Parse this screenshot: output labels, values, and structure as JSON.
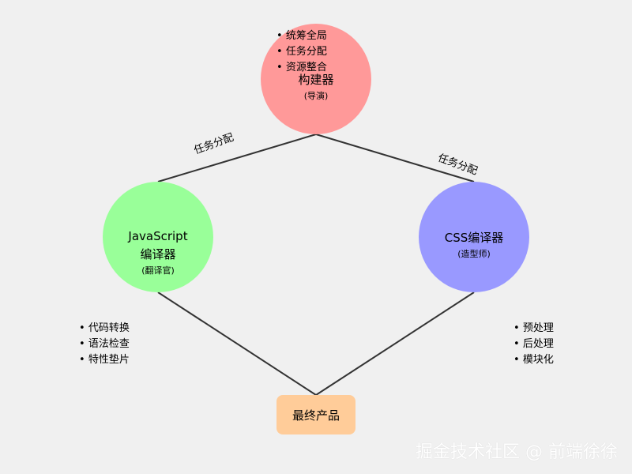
{
  "nodes": {
    "builder": {
      "name": "构建器",
      "role": "(导演)",
      "color": "#ff9999",
      "bullets": [
        "统筹全局",
        "任务分配",
        "资源整合"
      ]
    },
    "js": {
      "name_line1": "JavaScript",
      "name_line2": "编译器",
      "role": "(翻译官)",
      "color": "#99ff99",
      "bullets": [
        "代码转换",
        "语法检查",
        "特性垫片"
      ]
    },
    "css": {
      "name": "CSS编译器",
      "role": "(造型师)",
      "color": "#9999ff",
      "bullets": [
        "预处理",
        "后处理",
        "模块化"
      ]
    },
    "product": {
      "name": "最终产品",
      "color": "#ffcc99"
    }
  },
  "edges": {
    "left_label": "任务分配",
    "right_label": "任务分配",
    "line_color": "#333333"
  },
  "watermark": "掘金技术社区 @ 前端徐徐"
}
